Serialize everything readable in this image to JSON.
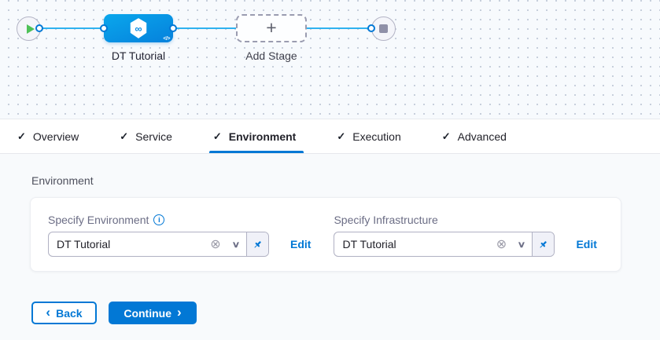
{
  "canvas": {
    "stage_label": "DT Tutorial",
    "add_stage_label": "Add Stage"
  },
  "icons": {
    "check": "✓",
    "infinity": "∞",
    "code": "</>",
    "plus": "+",
    "clear": "⊗",
    "chevron_down": "∨",
    "info": "i",
    "chevron_left": "‹",
    "chevron_right": "›"
  },
  "tabs": [
    {
      "label": "Overview"
    },
    {
      "label": "Service"
    },
    {
      "label": "Environment"
    },
    {
      "label": "Execution"
    },
    {
      "label": "Advanced"
    }
  ],
  "panel": {
    "section_title": "Environment",
    "fields": [
      {
        "label": "Specify Environment",
        "value": "DT Tutorial",
        "edit": "Edit"
      },
      {
        "label": "Specify Infrastructure",
        "value": "DT Tutorial",
        "edit": "Edit"
      }
    ],
    "back_label": "Back",
    "continue_label": "Continue"
  },
  "colors": {
    "primary": "#0278d5",
    "connector": "#2fb2f0",
    "node_gradient_start": "#0aa7ec",
    "node_gradient_end": "#0581dc",
    "play_green": "#4ec157"
  }
}
